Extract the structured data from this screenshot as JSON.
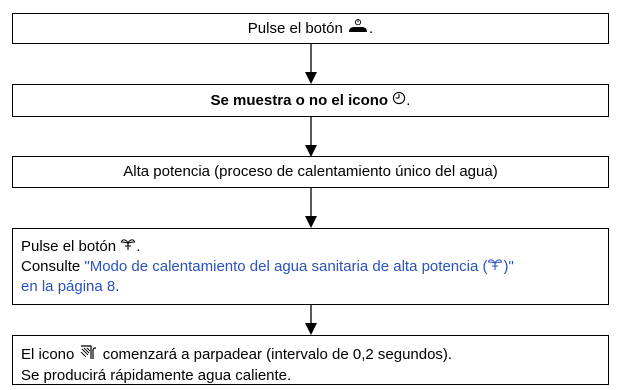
{
  "steps": [
    {
      "before": "Pulse el botón",
      "icon": "power-button-icon",
      "after": "."
    },
    {
      "bold": "Se muestra o no el icono",
      "icon": "clock-icon",
      "after": "."
    },
    {
      "text": "Alta potencia (proceso de calentamiento único del agua)"
    },
    {
      "line1_before": "Pulse el botón",
      "line1_icon": "powerful-icon",
      "line1_after": ".",
      "line2_before": "Consulte",
      "link_text_a": "\"Modo de calentamiento del agua sanitaria de alta potencia (",
      "link_icon": "powerful-icon",
      "link_text_b": ")\"",
      "link_text_c": "en la página 8",
      "line3_after": "."
    },
    {
      "line1_before": "El icono",
      "line1_icon": "hot-water-icon",
      "line1_after": "comenzará a parpadear (intervalo de 0,2 segundos).",
      "line2": "Se producirá rápidamente agua caliente."
    }
  ],
  "colors": {
    "link": "#2a52be",
    "border": "#000000"
  }
}
